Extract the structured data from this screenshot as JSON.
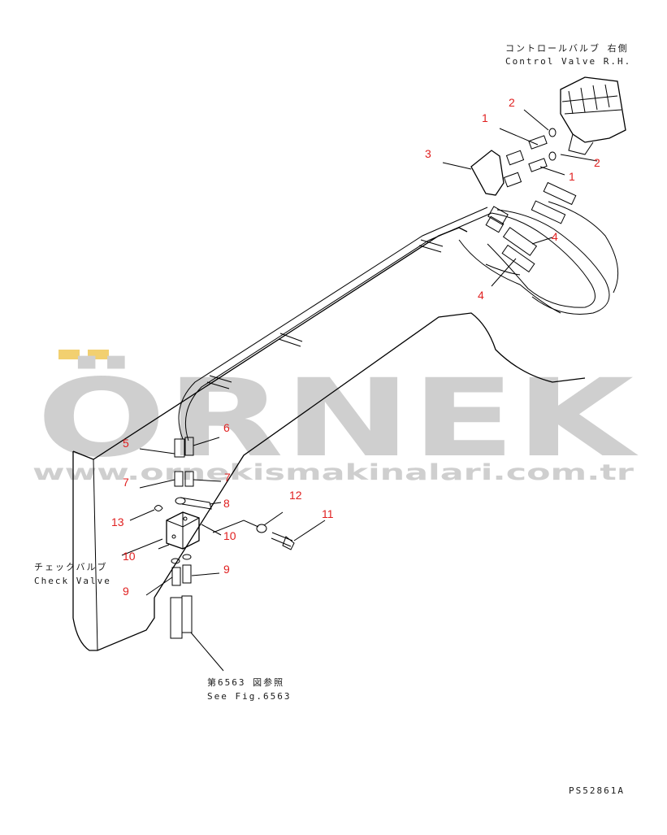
{
  "titles": {
    "control_valve_jp": "コントロールバルブ 右側",
    "control_valve_en": "Control Valve R.H.",
    "check_valve_jp": "チェックバルブ",
    "check_valve_en": "Check Valve",
    "see_fig_jp": "第6563 図参照",
    "see_fig_en": "See Fig.6563",
    "drawing_code": "PS52861A"
  },
  "watermark": {
    "brand": "ÖRNEK",
    "url": "www.ornekismakinalari.com.tr",
    "accent": "#f2d070",
    "gray": "#cfcfcf"
  },
  "callouts": {
    "c1a": "1",
    "c1b": "1",
    "c2a": "2",
    "c2b": "2",
    "c3": "3",
    "c4a": "4",
    "c4b": "4",
    "c5": "5",
    "c6": "6",
    "c7a": "7",
    "c7b": "7",
    "c8": "8",
    "c9a": "9",
    "c9b": "9",
    "c10a": "10",
    "c10b": "10",
    "c11": "11",
    "c12": "12",
    "c13": "13"
  },
  "colors": {
    "callout": "#e02020",
    "line": "#000000"
  }
}
